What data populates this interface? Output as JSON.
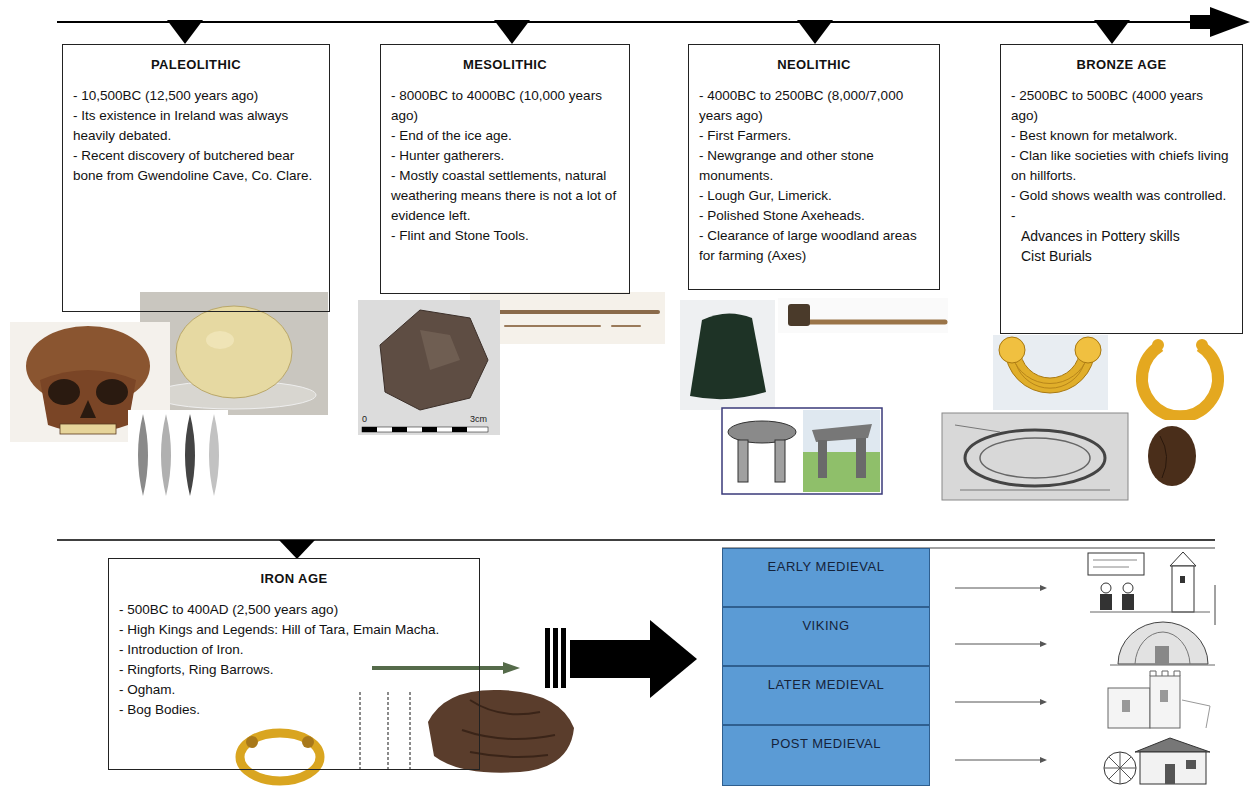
{
  "diagram": {
    "nodes": [
      {
        "text": [
          "PALEOLITHIC",
          "- 10,500BC (12,500 years ago)",
          "- Its existence in Ireland was always heavily debated.",
          "- Recent discovery of butchered bear bone from Gwendoline Cave, Co. Clare."
        ]
      },
      {
        "text": [
          "MESOLITHIC",
          "- 8000BC to 4000BC (10,000 years ago)",
          "- End of the ice age.",
          "- Hunter gatherers.",
          "- Mostly coastal settlements, natural weathering means there is not a lot of evidence left.",
          "- Flint and Stone Tools."
        ]
      },
      {
        "text": [
          "NEOLITHIC",
          "- 4000BC to 2500BC (8,000/7,000 years ago)",
          "- First Farmers.",
          "- Newgrange and other stone monuments.",
          "- Lough Gur, Limerick.",
          "- Polished Stone Axeheads.",
          "- Clearance of large woodland areas for farming (Axes)"
        ]
      },
      {
        "text": [
          "BRONZE AGE",
          "- 2500BC to 500BC (4000 years ago)",
          "- Best known for metalwork.",
          "- Clan like societies with chiefs living on hillforts.",
          "- Gold shows wealth was controlled.",
          "-",
          "Advances in Pottery skills",
          "Cist Burials"
        ]
      },
      {
        "text": [
          "IRON AGE",
          "- 500BC to 400AD (2,500 years ago)",
          "- High Kings and Legends: Hill of Tara, Emain Macha.",
          "- Introduction of Iron.",
          "- Ringforts, Ring Barrows.",
          "- Ogham.",
          "- Bog Bodies."
        ]
      },
      {
        "text": [
          "EARLY MEDIEVAL"
        ]
      },
      {
        "text": [
          "VIKING"
        ]
      },
      {
        "text": [
          "LATER MEDIEVAL"
        ]
      },
      {
        "text": [
          "POST MEDIEVAL"
        ]
      }
    ],
    "labels": [
      "0",
      "3cm"
    ]
  }
}
